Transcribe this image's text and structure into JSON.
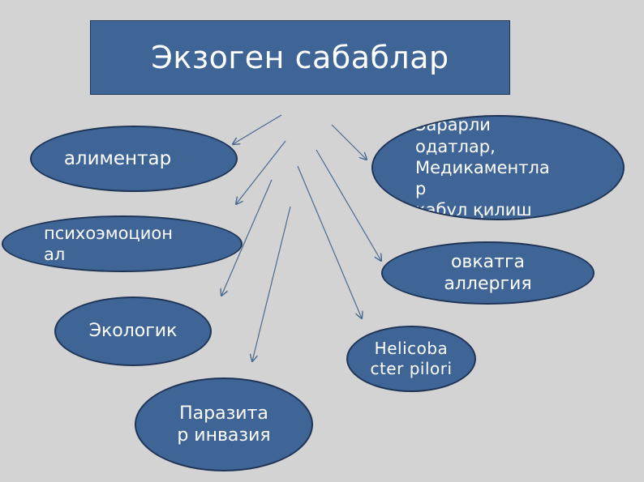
{
  "colors": {
    "background": "#d3d3d3",
    "box_fill": "#3f6597",
    "box_border": "#1f3556",
    "arrow": "#4a6a92",
    "text": "#ffffff"
  },
  "title": "Экзоген сабаблар",
  "nodes": {
    "alimentar": "алиментар",
    "psixoemocional": "психоэмоцион\nал",
    "ekologik": "Экологик",
    "parazitar": "Паразита\nр инвазия",
    "zararli": "Зарарли\nодатлар,\nМедикаментла\nр\nқабул қилиш",
    "ovqatga": "овкатга\nаллергия",
    "helicobacter": "Helicoba\ncter pilori"
  }
}
